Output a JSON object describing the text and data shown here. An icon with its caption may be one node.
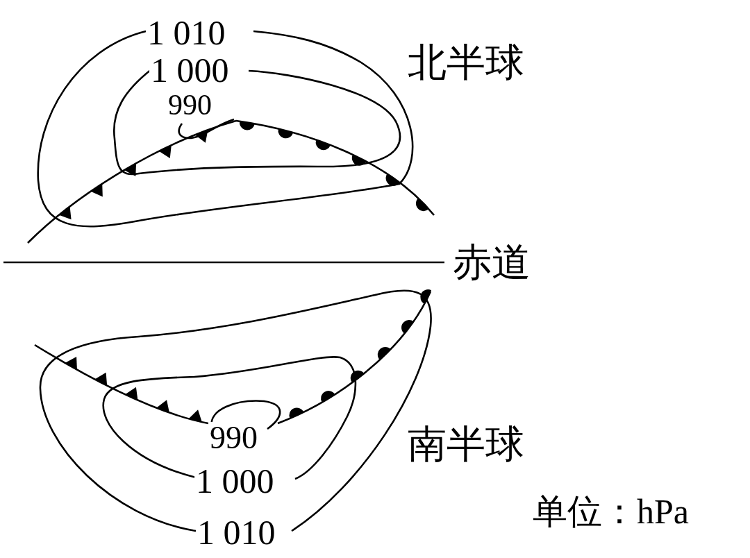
{
  "diagram": {
    "labels": [
      "1 010",
      "北半球",
      "1 000",
      "990",
      "赤道",
      "990",
      "南半球",
      "1 000",
      "单位：hPa",
      "1 010"
    ]
  }
}
